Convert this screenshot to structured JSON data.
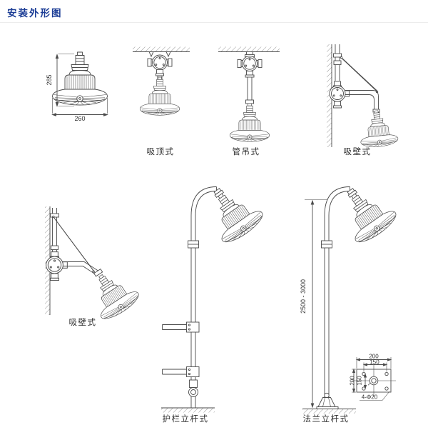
{
  "page": {
    "title": "安装外形图"
  },
  "colors": {
    "title": "#1c3d96",
    "line": "#4a4a4a",
    "text": "#2f2f2f",
    "divider": "#ececec"
  },
  "front_view": {
    "height_dim": "285",
    "width_dim": "260"
  },
  "labels": {
    "ceiling": "吸顶式",
    "pipe": "管吊式",
    "wall": "吸壁式",
    "wall_angled": "吸壁式",
    "guardrail_pole": "护栏立杆式",
    "flange_pole": "法兰立杆式"
  },
  "flange_pole": {
    "pole_height": "2500 - 3000",
    "plate_width": "200",
    "plate_hole_span_w": "150",
    "plate_height": "200",
    "plate_hole_span_h": "150",
    "bolt_holes": "4-Φ20"
  }
}
